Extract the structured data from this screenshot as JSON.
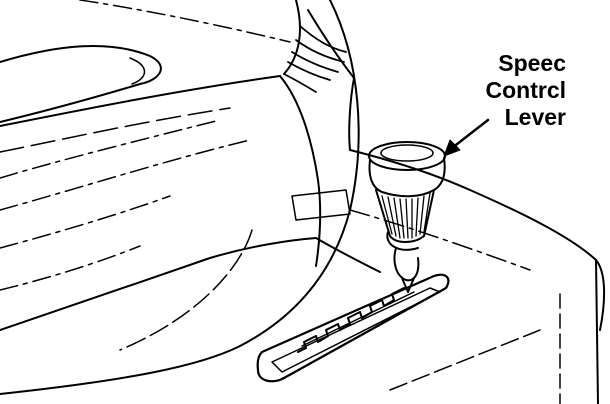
{
  "callout": {
    "lines": [
      "Speec",
      "Contrcl",
      "Lever"
    ]
  },
  "colors": {
    "ink": "#000000",
    "paper": "#ffffff"
  }
}
